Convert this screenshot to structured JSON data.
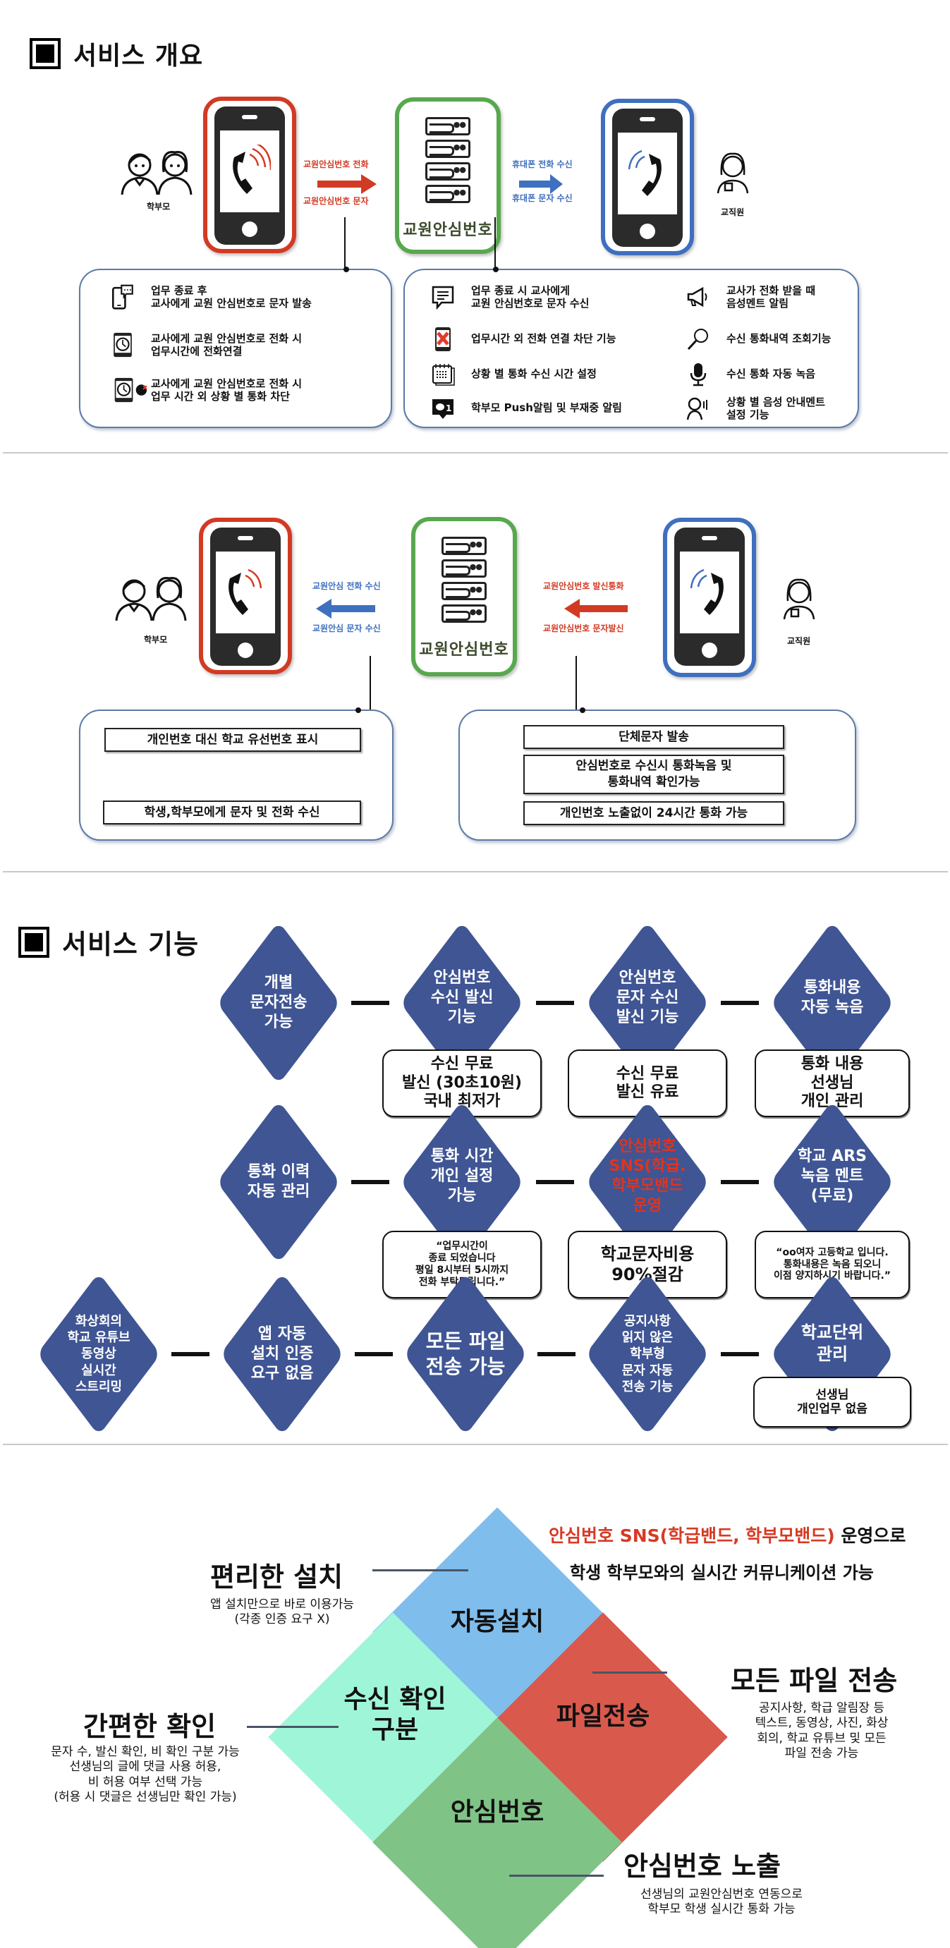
{
  "overview": {
    "title": "서비스 개요",
    "flow1": {
      "parent_label": "학부모",
      "staff_label": "교직원",
      "server_label": "교원안심번호",
      "left_arrow_top": "교원안심번호 전화",
      "left_arrow_bottom": "교원안심번호 문자",
      "right_arrow_top": "휴대폰 전화 수신",
      "right_arrow_bottom": "휴대폰 문자 수신",
      "left_box": [
        {
          "icon": "phone-message-icon",
          "text": "업무 종료 후\n교사에게 교원 안심번호로 문자 발송"
        },
        {
          "icon": "tablet-clock-icon",
          "text": "교사에게 교원 안심번호로 전화 시\n업무시간에 전화연결"
        },
        {
          "icon": "tablet-clock-block-call-icon",
          "text": "교사에게 교원 안심번호로 전화 시\n업무 시간 외 상황 별 통화 차단"
        }
      ],
      "right_box_left": [
        {
          "icon": "chat-bubble-icon",
          "text": "업무 종료 시 교사에게\n교원 안심번호로 문자 수신"
        },
        {
          "icon": "phone-blocked-icon",
          "text": "업무시간 외 전화 연결 차단 기능"
        },
        {
          "icon": "calendar-icon",
          "text": "상황 별 통화 수신 시간 설정"
        },
        {
          "icon": "notification-badge-icon",
          "text": "학부모 Push알림 및 부재중 알림"
        }
      ],
      "right_box_right": [
        {
          "icon": "megaphone-icon",
          "text": "교사가 전화 받을 때\n음성멘트 알림"
        },
        {
          "icon": "magnifier-icon",
          "text": "수신 통화내역 조회기능"
        },
        {
          "icon": "microphone-icon",
          "text": "수신 통화 자동 녹음"
        },
        {
          "icon": "voice-user-icon",
          "text": "상황 별 음성 안내멘트\n설정 기능"
        }
      ]
    },
    "flow2": {
      "parent_label": "학부모",
      "staff_label": "교직원",
      "server_label": "교원안심번호",
      "left_arrow_top": "교원안심 전화 수신",
      "left_arrow_bottom": "교원안심 문자 수신",
      "right_arrow_top": "교원안심번호 발신통화",
      "right_arrow_bottom": "교원안심번호 문자발신",
      "left_box": [
        "개인번호 대신 학교 유선번호 표시",
        "학생,학부모에게 문자 및 전화 수신"
      ],
      "right_box": [
        "단체문자 발송",
        "안심번호로 수신시 통화녹음 및\n통화내역 확인가능",
        "개인번호 노출없이 24시간 통화 가능"
      ]
    }
  },
  "features": {
    "title": "서비스 기능",
    "row1": [
      {
        "label": "개별\n문자전송\n가능",
        "note": null
      },
      {
        "label": "안심번호\n수신 발신\n기능",
        "note": "수신 무료\n발신 (30초10원)\n국내 최저가"
      },
      {
        "label": "안심번호\n문자 수신\n발신 기능",
        "note": "수신 무료\n발신 유료"
      },
      {
        "label": "통화내용\n자동 녹음",
        "note": "통화 내용\n선생님\n개인 관리"
      }
    ],
    "row2": [
      {
        "label": "통화 이력\n자동 관리",
        "note": null
      },
      {
        "label": "통화 시간\n개인 설정\n가능",
        "note": "“업무시간이\n종료 되었습니다\n평일 8시부터 5시까지\n전화 부탁드립니다.”"
      },
      {
        "label": "안심번호\nSNS(학급.\n학부모밴드\n운영",
        "note": "학교문자비용\n90%절감",
        "highlight": true
      },
      {
        "label": "학교 ARS\n녹음 멘트\n(무료)",
        "note": "“oo여자 고등학교 입니다.\n통화내용은 녹음 되오니\n이점 양지하시기 바랍니다.”"
      }
    ],
    "row3": [
      {
        "label": "화상회의\n학교 유튜브\n동영상\n실시간\n스트리밍",
        "note": null
      },
      {
        "label": "앱 자동\n설치 인증\n요구 없음",
        "note": null
      },
      {
        "label": "모든 파일\n전송 가능",
        "note": null
      },
      {
        "label": "공지사항\n읽지 않은\n학부형\n문자 자동\n전송 기능",
        "note": null
      },
      {
        "label": "학교단위\n관리",
        "note": "선생님\n개인업무 없음"
      }
    ]
  },
  "summary": {
    "headline_red": "안심번호 SNS(학급밴드, 학부모밴드)",
    "headline_black": " 운영으로",
    "headline_line2": "학생 학부모와의 실시간 커뮤니케이션 가능",
    "quadrants": [
      {
        "label": "자동설치",
        "color": "#7fbdec"
      },
      {
        "label": "수신 확인\n구분",
        "color": "#9ff5d8"
      },
      {
        "label": "파일전송",
        "color": "#d9594c"
      },
      {
        "label": "안심번호",
        "color": "#7fc386"
      }
    ],
    "callouts": [
      {
        "title": "편리한 설치",
        "sub": "앱 설치만으로 바로 이용가능\n(각종 인증 요구 X)"
      },
      {
        "title": "간편한 확인",
        "sub": "문자 수, 발신 확인, 비 확인 구분 가능\n선생님의 글에 댓글 사용 허용,\n비 허용 여부 선택 가능\n(허용 시 댓글은 선생님만 확인 가능)"
      },
      {
        "title": "모든 파일 전송",
        "sub": "공지사항, 학급 알림장 등\n텍스트, 동영상, 사진, 화상\n회의, 학교 유튜브 및 모든\n파일 전송 가능"
      },
      {
        "title": "안심번호 노출",
        "sub": "선생님의 교원안심번호 연동으로\n학부모 학생 실시간 통화 가능"
      }
    ]
  }
}
